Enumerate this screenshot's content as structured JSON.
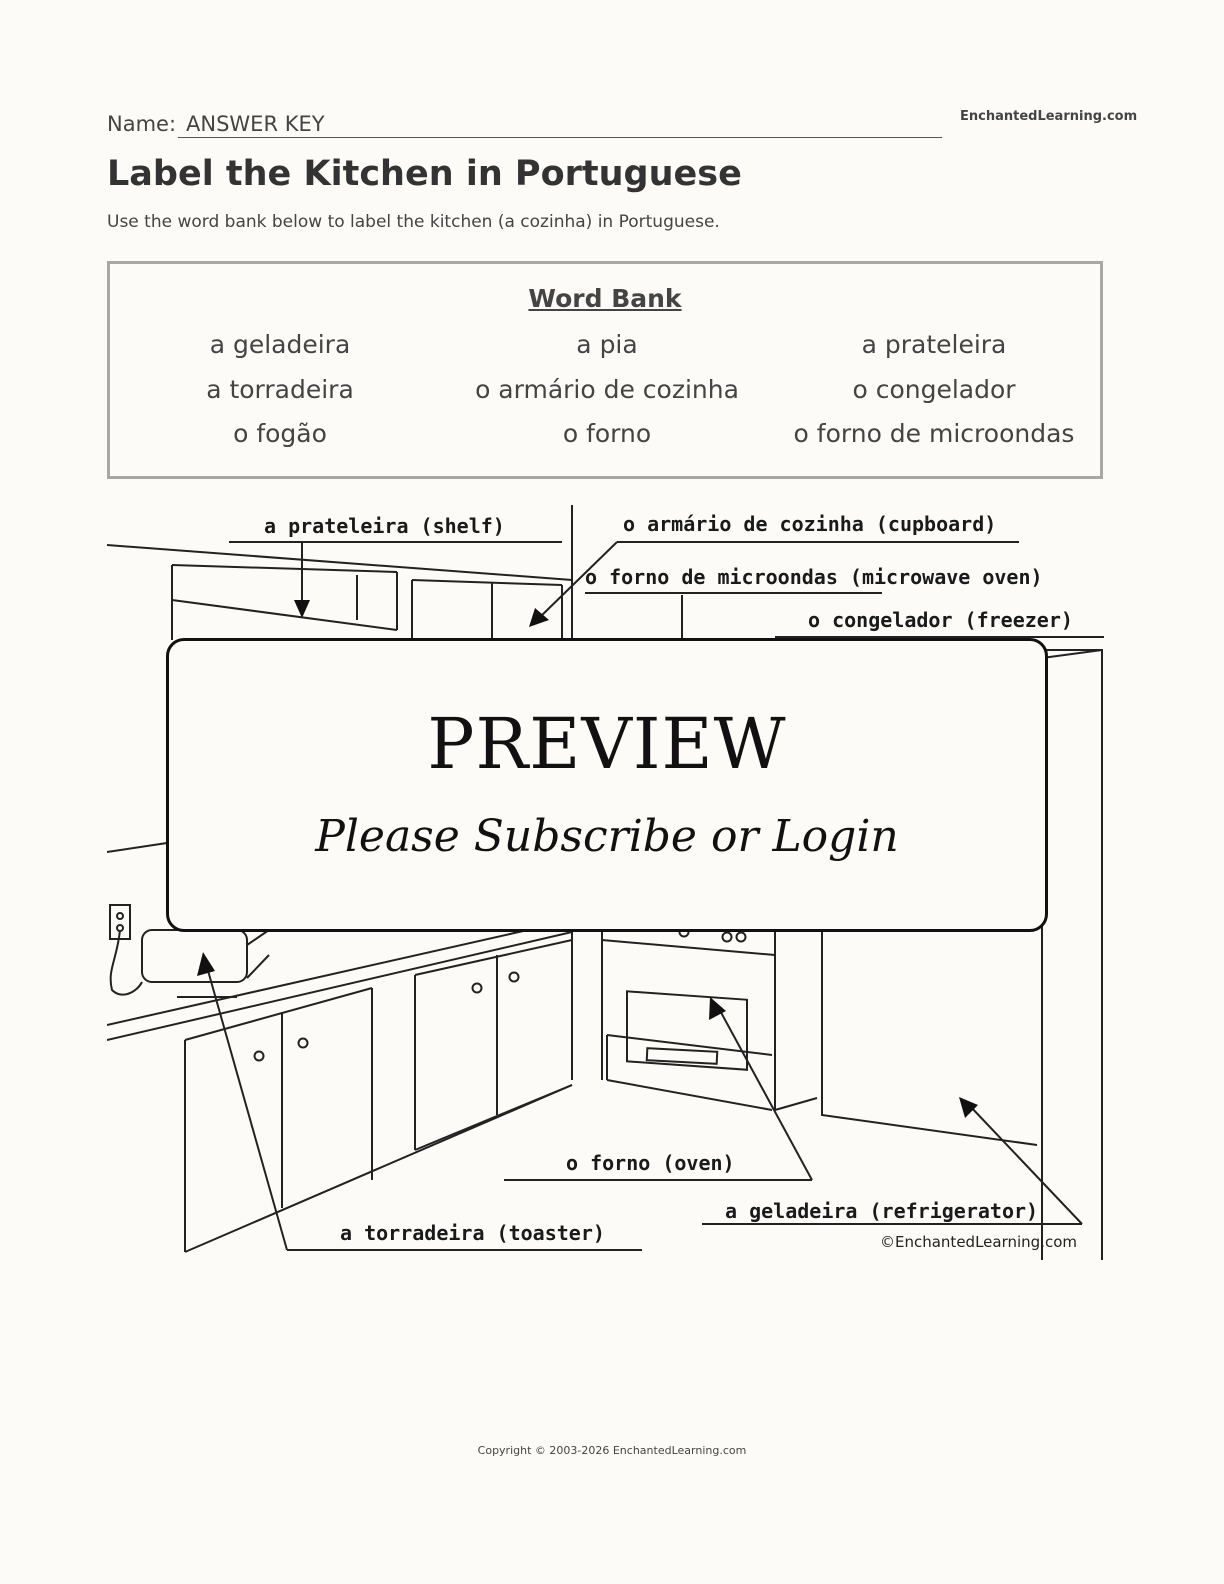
{
  "header": {
    "name_label": "Name:",
    "name_value": "ANSWER KEY",
    "site": "EnchantedLearning.com"
  },
  "title": "Label the Kitchen in Portuguese",
  "instructions": "Use the word bank below to label the kitchen (a cozinha) in Portuguese.",
  "word_bank": {
    "title": "Word Bank",
    "columns": [
      [
        "a geladeira",
        "a torradeira",
        "o fogão"
      ],
      [
        "a pia",
        "o armário de cozinha",
        "o forno"
      ],
      [
        "a prateleira",
        "o congelador",
        "o forno de microondas"
      ]
    ]
  },
  "diagram": {
    "labels": {
      "shelf": "a prateleira (shelf)",
      "cupboard": "o armário de cozinha (cupboard)",
      "microwave": "o forno de microondas (microwave oven)",
      "freezer": "o congelador (freezer)",
      "oven": "o forno (oven)",
      "refrigerator": "a geladeira (refrigerator)",
      "toaster": "a torradeira (toaster)"
    },
    "copyright": "©EnchantedLearning.com"
  },
  "preview": {
    "title": "PREVIEW",
    "subtitle": "Please Subscribe or Login"
  },
  "footer": "Copyright © 2003-2026 EnchantedLearning.com"
}
